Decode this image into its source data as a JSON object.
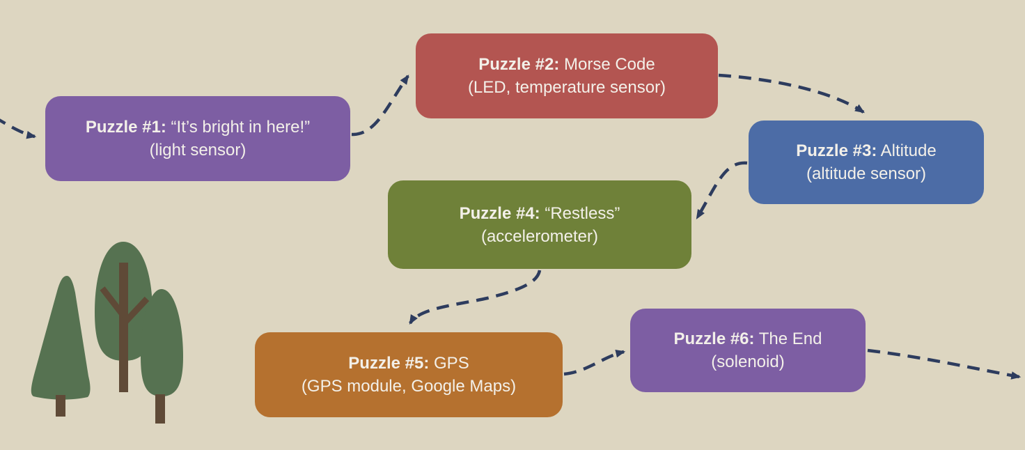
{
  "colors": {
    "background": "#ddd6c1",
    "arrow": "#2d3c5e",
    "node_text": "#f3f0e9",
    "tree_foliage": "#567251",
    "tree_trunk": "#5f4a37"
  },
  "nodes": [
    {
      "id": "puzzle-1",
      "label": "Puzzle #1:",
      "title": "“It’s bright in here!”",
      "subtitle": "(light sensor)",
      "color": "#7d5ea3"
    },
    {
      "id": "puzzle-2",
      "label": "Puzzle #2:",
      "title": "Morse Code",
      "subtitle": "(LED, temperature sensor)",
      "color": "#b35551"
    },
    {
      "id": "puzzle-3",
      "label": "Puzzle #3:",
      "title": "Altitude",
      "subtitle": "(altitude sensor)",
      "color": "#4c6ca6"
    },
    {
      "id": "puzzle-4",
      "label": "Puzzle #4:",
      "title": "“Restless”",
      "subtitle": "(accelerometer)",
      "color": "#6f8139"
    },
    {
      "id": "puzzle-5",
      "label": "Puzzle #5:",
      "title": "GPS",
      "subtitle": "(GPS module, Google Maps)",
      "color": "#b5712f"
    },
    {
      "id": "puzzle-6",
      "label": "Puzzle #6:",
      "title": "The End",
      "subtitle": "(solenoid)",
      "color": "#7d5ea3"
    }
  ]
}
